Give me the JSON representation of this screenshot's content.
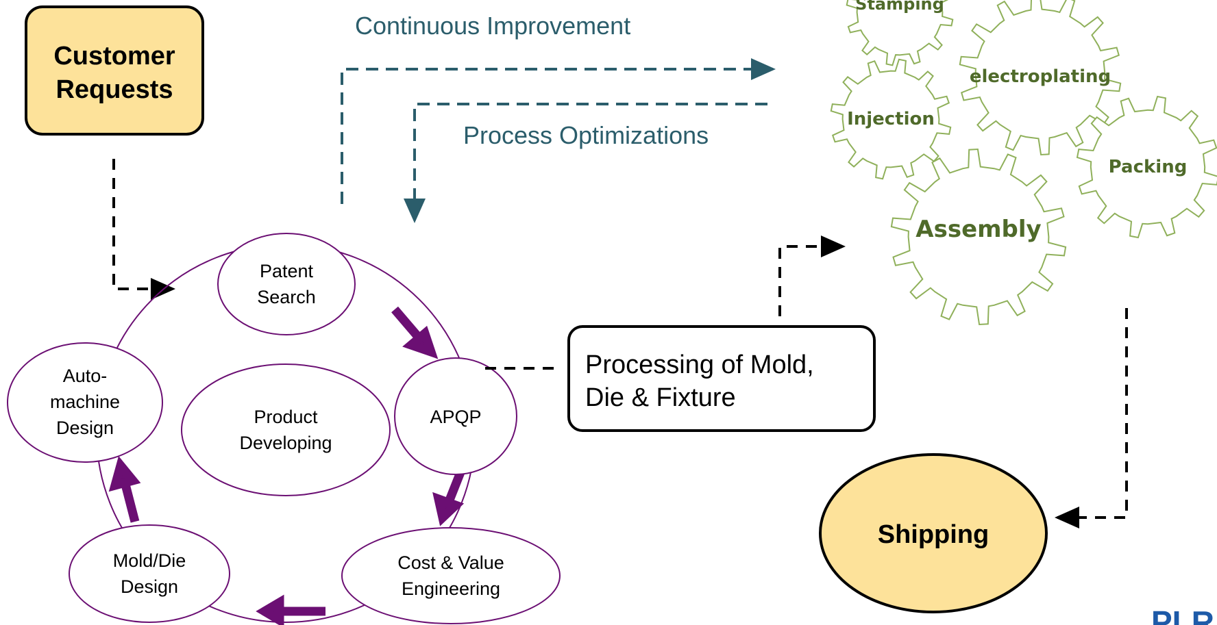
{
  "colors": {
    "yellow_fill": "#fde29a",
    "purple": "#6b0f73",
    "teal": "#2b5d6b",
    "gear_green": "#8fb05a",
    "gear_text": "#4f6a2a",
    "logo_blue": "#1d5aa8"
  },
  "customer": {
    "line1": "Customer",
    "line2": "Requests"
  },
  "continuous_improvement": "Continuous Improvement",
  "process_optimizations": "Process Optimizations",
  "cycle": {
    "center": {
      "line1": "Product",
      "line2": "Developing"
    },
    "patent": {
      "line1": "Patent",
      "line2": "Search"
    },
    "apqp": "APQP",
    "cost": {
      "line1": "Cost & Value",
      "line2": "Engineering"
    },
    "mold": {
      "line1": "Mold/Die",
      "line2": "Design"
    },
    "auto": {
      "line1": "Auto-",
      "line2": "machine",
      "line3": "Design"
    }
  },
  "processing": {
    "line1": "Processing of Mold,",
    "line2": "Die & Fixture"
  },
  "gears": {
    "stamping": "Stamping",
    "electroplating": "electroplating",
    "injection": "Injection",
    "packing": "Packing",
    "assembly": "Assembly"
  },
  "shipping": "Shipping",
  "logo_text": "PLR"
}
